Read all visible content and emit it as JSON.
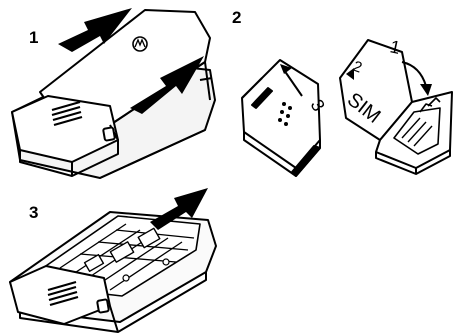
{
  "steps": [
    {
      "number": "1"
    },
    {
      "number": "2"
    },
    {
      "number": "3"
    }
  ],
  "sim_diagram": {
    "card_label": "SIM",
    "substeps": {
      "open_door": "1",
      "insert_card": "2",
      "slide_card": "3"
    }
  },
  "icons": {
    "phone_back_cover": "phone-back-cover-icon",
    "motorola_logo": "motorola-logo-icon",
    "sim_card": "sim-card-icon",
    "sim_holder": "sim-holder-icon",
    "phone_open_battery": "phone-open-battery-icon"
  }
}
